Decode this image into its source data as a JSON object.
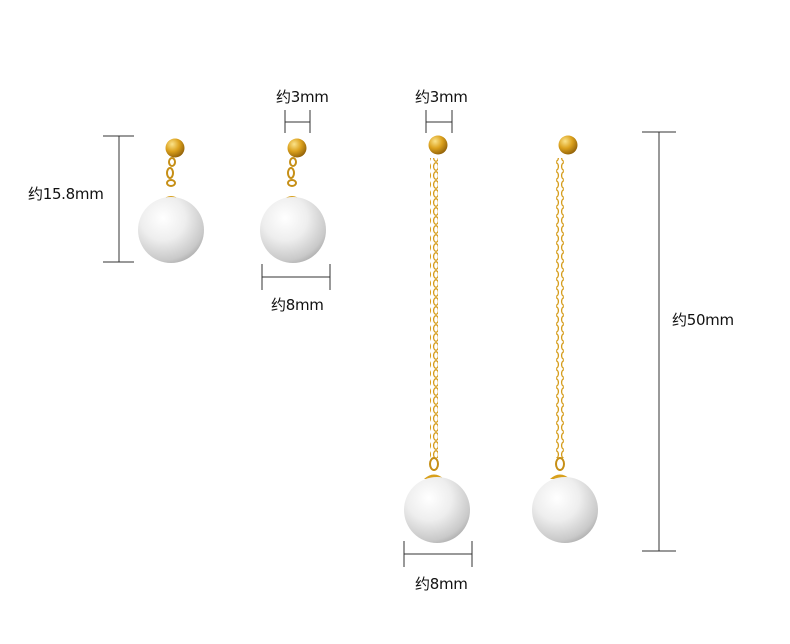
{
  "labels": {
    "short_earring_height": "约15.8mm",
    "short_stud_width": "约3mm",
    "short_pearl_diameter": "约8mm",
    "long_stud_width": "约3mm",
    "long_earring_length": "约50mm",
    "long_pearl_diameter": "约8mm"
  },
  "colors": {
    "gold": "#d8a01c",
    "gold_light": "#f6d56a",
    "gold_dark": "#9c6a0c",
    "pearl": "#eeeeee",
    "pearl_highlight": "#ffffff",
    "pearl_shadow": "#b8b8b8",
    "dimension_line": "#333333"
  }
}
